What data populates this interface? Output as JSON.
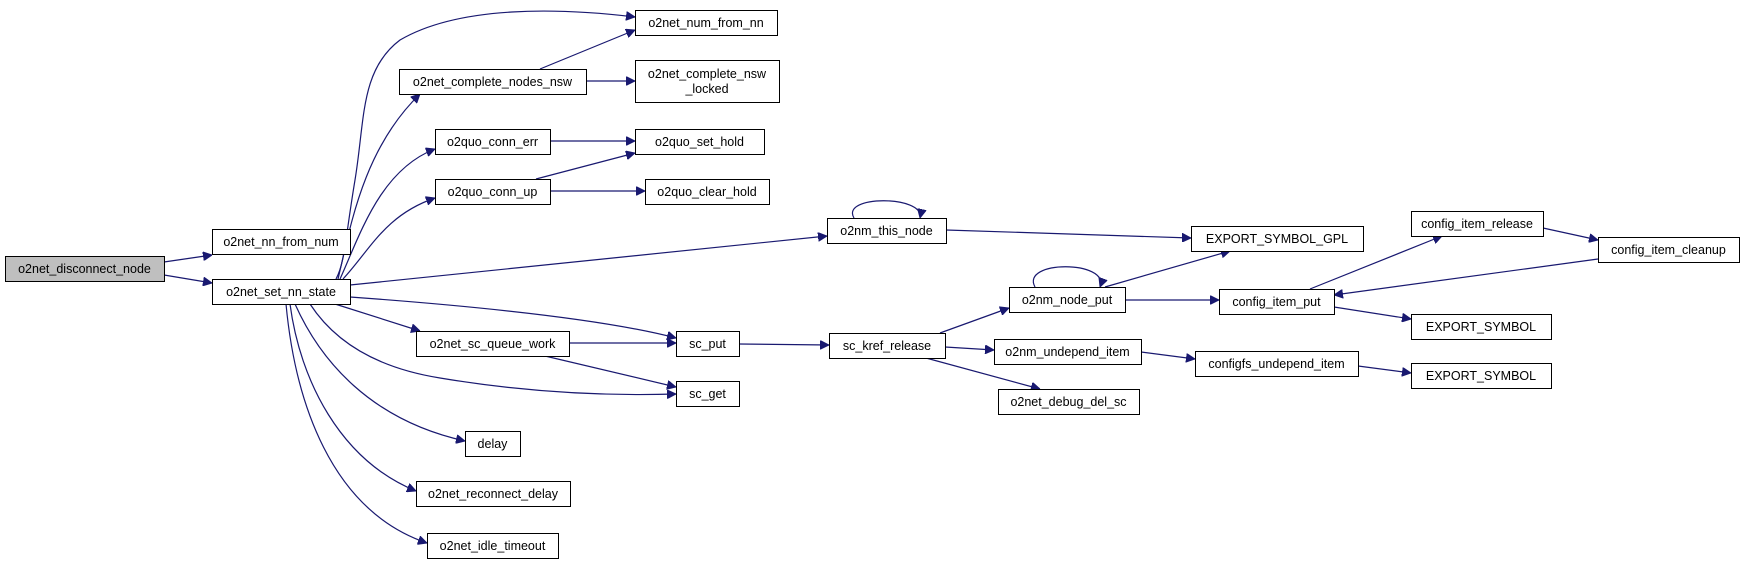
{
  "diagram": {
    "type": "call-graph",
    "root": "o2net_disconnect_node",
    "colors": {
      "edge": "#191970",
      "root_fill": "#bfbfbf",
      "node_fill": "#ffffff",
      "node_border": "#000000"
    },
    "nodes": [
      {
        "id": "disconnect",
        "lines": [
          "o2net_disconnect_node"
        ],
        "root": true
      },
      {
        "id": "nn_from_num",
        "lines": [
          "o2net_nn_from_num"
        ]
      },
      {
        "id": "set_nn_state",
        "lines": [
          "o2net_set_nn_state"
        ]
      },
      {
        "id": "num_from_nn",
        "lines": [
          "o2net_num_from_nn"
        ]
      },
      {
        "id": "complete_nodes_nsw",
        "lines": [
          "o2net_complete_nodes_nsw"
        ]
      },
      {
        "id": "complete_nsw_locked",
        "lines": [
          "o2net_complete_nsw",
          "_locked"
        ]
      },
      {
        "id": "quo_conn_err",
        "lines": [
          "o2quo_conn_err"
        ]
      },
      {
        "id": "quo_set_hold",
        "lines": [
          "o2quo_set_hold"
        ]
      },
      {
        "id": "quo_conn_up",
        "lines": [
          "o2quo_conn_up"
        ]
      },
      {
        "id": "quo_clear_hold",
        "lines": [
          "o2quo_clear_hold"
        ]
      },
      {
        "id": "this_node",
        "lines": [
          "o2nm_this_node"
        ]
      },
      {
        "id": "export_gpl",
        "lines": [
          "EXPORT_SYMBOL_GPL"
        ]
      },
      {
        "id": "sc_queue_work",
        "lines": [
          "o2net_sc_queue_work"
        ]
      },
      {
        "id": "sc_put",
        "lines": [
          "sc_put"
        ]
      },
      {
        "id": "sc_get",
        "lines": [
          "sc_get"
        ]
      },
      {
        "id": "sc_kref_release",
        "lines": [
          "sc_kref_release"
        ]
      },
      {
        "id": "node_put",
        "lines": [
          "o2nm_node_put"
        ]
      },
      {
        "id": "undepend_item",
        "lines": [
          "o2nm_undepend_item"
        ]
      },
      {
        "id": "debug_del_sc",
        "lines": [
          "o2net_debug_del_sc"
        ]
      },
      {
        "id": "config_item_put",
        "lines": [
          "config_item_put"
        ]
      },
      {
        "id": "configfs_undepend",
        "lines": [
          "configfs_undepend_item"
        ]
      },
      {
        "id": "config_item_release",
        "lines": [
          "config_item_release"
        ]
      },
      {
        "id": "config_item_cleanup",
        "lines": [
          "config_item_cleanup"
        ]
      },
      {
        "id": "export_sym_1",
        "lines": [
          "EXPORT_SYMBOL"
        ]
      },
      {
        "id": "export_sym_2",
        "lines": [
          "EXPORT_SYMBOL"
        ]
      },
      {
        "id": "delay",
        "lines": [
          "delay"
        ]
      },
      {
        "id": "reconnect_delay",
        "lines": [
          "o2net_reconnect_delay"
        ]
      },
      {
        "id": "idle_timeout",
        "lines": [
          "o2net_idle_timeout"
        ]
      }
    ],
    "edges": [
      {
        "from": "disconnect",
        "to": "nn_from_num"
      },
      {
        "from": "disconnect",
        "to": "set_nn_state"
      },
      {
        "from": "set_nn_state",
        "to": "num_from_nn"
      },
      {
        "from": "set_nn_state",
        "to": "complete_nodes_nsw"
      },
      {
        "from": "set_nn_state",
        "to": "quo_conn_err"
      },
      {
        "from": "set_nn_state",
        "to": "quo_conn_up"
      },
      {
        "from": "set_nn_state",
        "to": "this_node"
      },
      {
        "from": "set_nn_state",
        "to": "sc_put"
      },
      {
        "from": "set_nn_state",
        "to": "sc_queue_work"
      },
      {
        "from": "set_nn_state",
        "to": "sc_get"
      },
      {
        "from": "set_nn_state",
        "to": "delay"
      },
      {
        "from": "set_nn_state",
        "to": "reconnect_delay"
      },
      {
        "from": "set_nn_state",
        "to": "idle_timeout"
      },
      {
        "from": "complete_nodes_nsw",
        "to": "num_from_nn"
      },
      {
        "from": "complete_nodes_nsw",
        "to": "complete_nsw_locked"
      },
      {
        "from": "quo_conn_err",
        "to": "quo_set_hold"
      },
      {
        "from": "quo_conn_up",
        "to": "quo_set_hold"
      },
      {
        "from": "quo_conn_up",
        "to": "quo_clear_hold"
      },
      {
        "from": "this_node",
        "to": "this_node"
      },
      {
        "from": "this_node",
        "to": "export_gpl"
      },
      {
        "from": "sc_queue_work",
        "to": "sc_put"
      },
      {
        "from": "sc_queue_work",
        "to": "sc_get"
      },
      {
        "from": "sc_put",
        "to": "sc_kref_release"
      },
      {
        "from": "sc_kref_release",
        "to": "node_put"
      },
      {
        "from": "sc_kref_release",
        "to": "undepend_item"
      },
      {
        "from": "sc_kref_release",
        "to": "debug_del_sc"
      },
      {
        "from": "node_put",
        "to": "node_put"
      },
      {
        "from": "node_put",
        "to": "export_gpl"
      },
      {
        "from": "node_put",
        "to": "config_item_put"
      },
      {
        "from": "undepend_item",
        "to": "configfs_undepend"
      },
      {
        "from": "configfs_undepend",
        "to": "export_sym_2"
      },
      {
        "from": "config_item_put",
        "to": "config_item_release"
      },
      {
        "from": "config_item_put",
        "to": "export_sym_1"
      },
      {
        "from": "config_item_release",
        "to": "config_item_cleanup"
      },
      {
        "from": "config_item_cleanup",
        "to": "config_item_put"
      }
    ]
  }
}
